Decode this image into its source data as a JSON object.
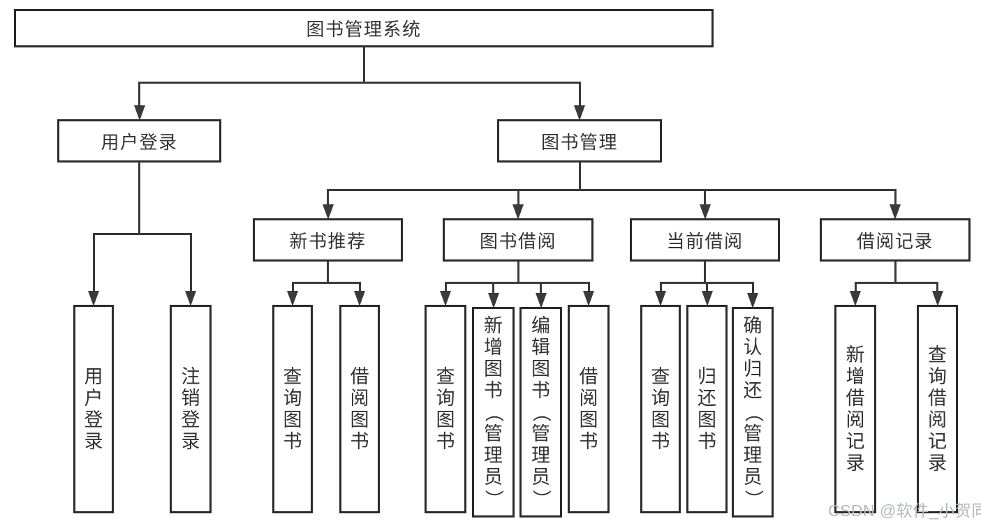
{
  "title": "图书管理系统",
  "watermark": "CSDN @软件_小贺同学",
  "colors": {
    "line": "#3a3a3a",
    "box_border": "#2b2b2b",
    "box_fill": "#ffffff",
    "text": "#333333",
    "watermark": "#b3b8be",
    "background": "#ffffff"
  },
  "tree": {
    "id": "root",
    "label": "图书管理系统",
    "children": [
      {
        "id": "user-login",
        "label": "用户登录",
        "children": [
          {
            "id": "leaf-user-login",
            "label": "用户登录"
          },
          {
            "id": "leaf-logout",
            "label": "注销登录"
          }
        ]
      },
      {
        "id": "book-management",
        "label": "图书管理",
        "children": [
          {
            "id": "new-book-recommend",
            "label": "新书推荐",
            "children": [
              {
                "id": "nb-query-books",
                "label": "查询图书"
              },
              {
                "id": "nb-borrow-books",
                "label": "借阅图书"
              }
            ]
          },
          {
            "id": "book-borrowing",
            "label": "图书借阅",
            "children": [
              {
                "id": "bb-query-books",
                "label": "查询图书"
              },
              {
                "id": "bb-add-books",
                "label": "新增图书（管理员）"
              },
              {
                "id": "bb-edit-books",
                "label": "编辑图书（管理员）"
              },
              {
                "id": "bb-borrow-books",
                "label": "借阅图书"
              }
            ]
          },
          {
            "id": "current-borrowing",
            "label": "当前借阅",
            "children": [
              {
                "id": "cb-query-books",
                "label": "查询图书"
              },
              {
                "id": "cb-return-books",
                "label": "归还图书"
              },
              {
                "id": "cb-confirm-return",
                "label": "确认归还（管理员）"
              }
            ]
          },
          {
            "id": "borrowing-records",
            "label": "借阅记录",
            "children": [
              {
                "id": "br-add-record",
                "label": "新增借阅记录"
              },
              {
                "id": "br-query-record",
                "label": "查询借阅记录"
              }
            ]
          }
        ]
      }
    ]
  }
}
